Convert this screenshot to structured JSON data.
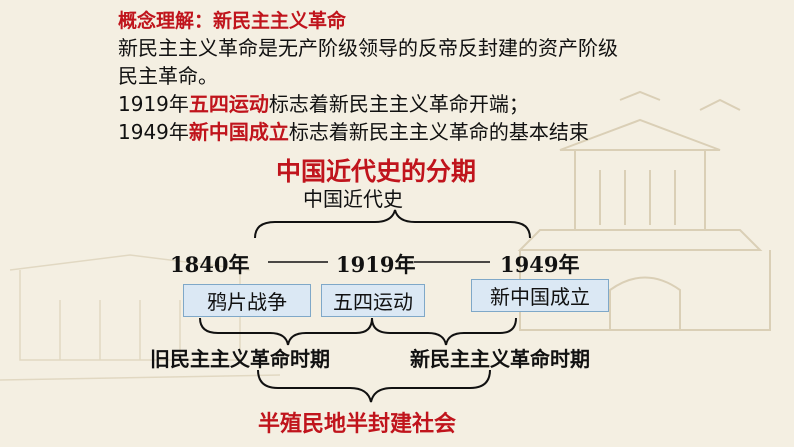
{
  "concept": {
    "heading": "概念理解：新民主主义革命",
    "definition_1": "新民主主义革命是无产阶级领导的反帝反封建的资产阶级",
    "definition_2": "民主革命。",
    "start_prefix": "1919年",
    "start_event": "五四运动",
    "start_suffix": "标志着新民主主义革命开端；",
    "end_prefix": "1949年",
    "end_event": "新中国成立",
    "end_suffix": "标志着新民主主义革命的基本结束"
  },
  "diagram": {
    "title": "中国近代史的分期",
    "subtitle": "中国近代史",
    "years": [
      "1840年",
      "1919年",
      "1949年"
    ],
    "events": [
      "鸦片战争",
      "五四运动",
      "新中国成立"
    ],
    "periods": [
      "旧民主主义革命时期",
      "新民主主义革命时期"
    ],
    "society": "半殖民地半封建社会"
  },
  "colors": {
    "accent_red": "#c0141c",
    "box_fill": "#dbe8f4",
    "box_border": "#7fa8c8",
    "background": "#f4efe2"
  }
}
